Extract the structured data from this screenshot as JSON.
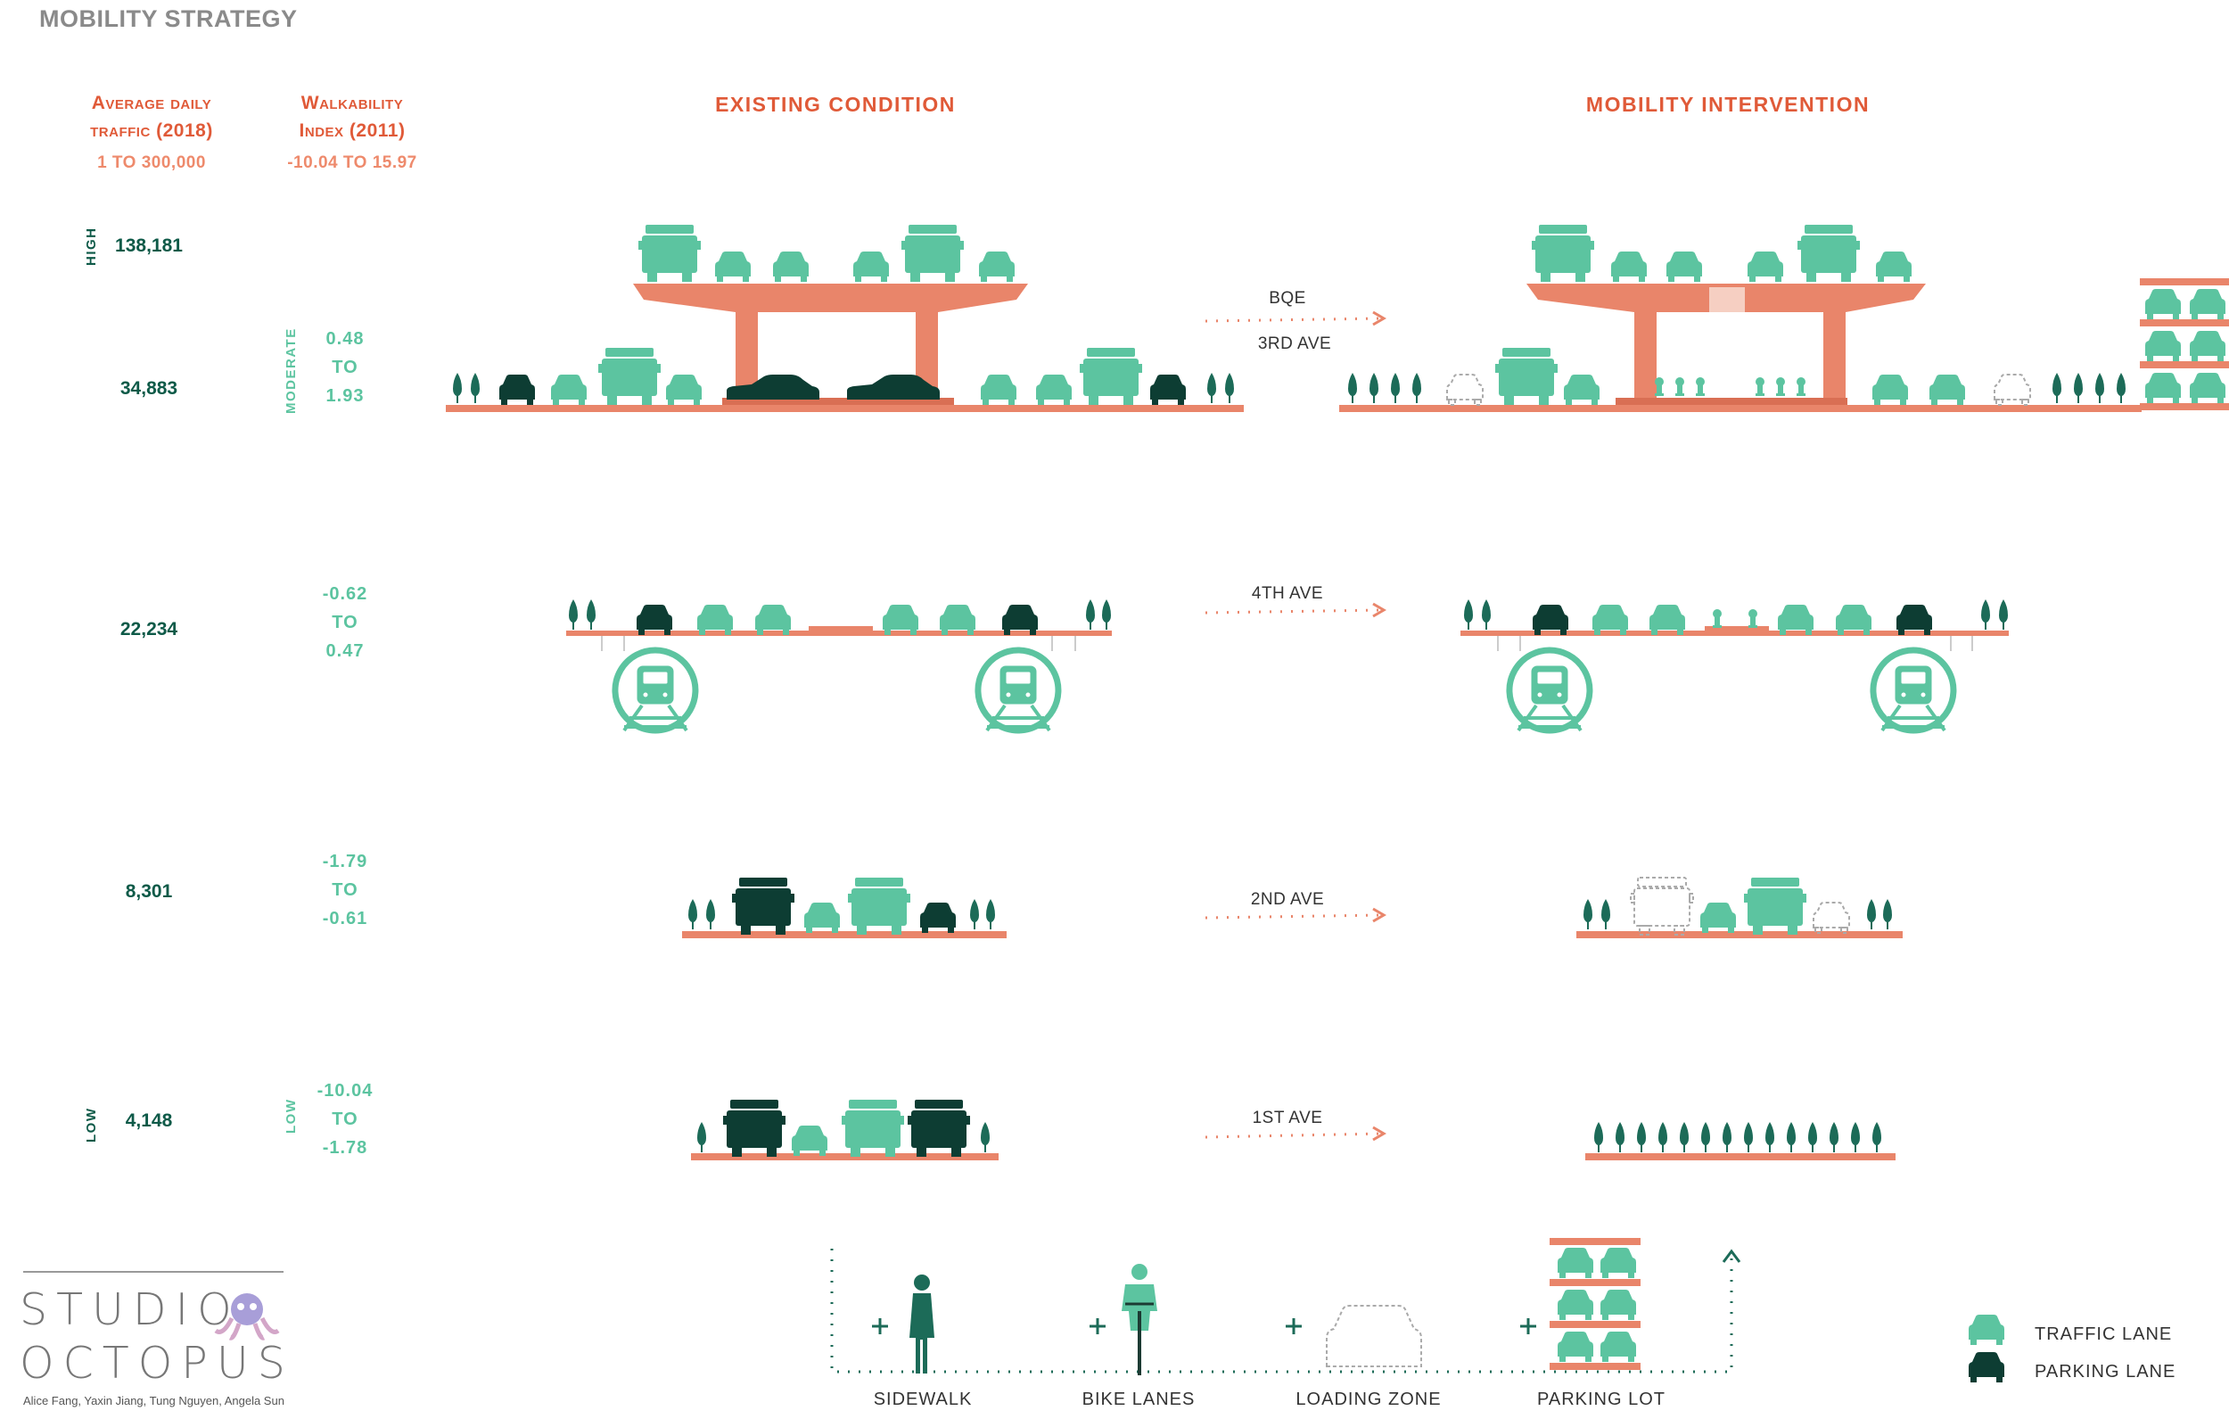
{
  "page": {
    "title": "MOBILITY STRATEGY"
  },
  "columns": {
    "traffic": {
      "title_line1": "Average daily",
      "title_line2": "traffic (2018)",
      "range": "1 TO 300,000"
    },
    "walkability": {
      "title_line1": "Walkability",
      "title_line2": "Index (2011)",
      "range": "-10.04 TO 15.97"
    },
    "existing": "EXISTING CONDITION",
    "intervention": "MOBILITY INTERVENTION"
  },
  "scale_labels": {
    "high": "HIGH",
    "low": "LOW",
    "moderate": "MODERATE",
    "walk_low": "LOW"
  },
  "rows": [
    {
      "traffic": "138,181",
      "walk": [],
      "street": []
    },
    {
      "traffic": "34,883",
      "walk": [
        "0.48",
        "TO",
        "1.93"
      ],
      "street": [
        "BQE",
        "3RD AVE"
      ]
    },
    {
      "traffic": "22,234",
      "walk": [
        "-0.62",
        "TO",
        "0.47"
      ],
      "street": [
        "4TH AVE"
      ]
    },
    {
      "traffic": "8,301",
      "walk": [
        "-1.79",
        "TO",
        "-0.61"
      ],
      "street": [
        "2ND AVE"
      ]
    },
    {
      "traffic": "4,148",
      "walk": [
        "-10.04",
        "TO",
        "-1.78"
      ],
      "street": [
        "1ST AVE"
      ]
    }
  ],
  "legend": {
    "traffic_lane": "TRAFFIC LANE",
    "parking_lane": "PARKING LANE",
    "colors": {
      "traffic": "#5cc4a0",
      "parking": "#0d3d33",
      "road": "#e9856a",
      "tree": "#1c6b58"
    }
  },
  "bottom_labels": {
    "sidewalk": "SIDEWALK",
    "bike_lanes": "BIKE LANES",
    "loading_zone": "LOADING ZONE",
    "parking_lot": "PARKING LOT"
  },
  "brand": {
    "line1": "STUDIO",
    "line2": "OCTOPUS",
    "credits": "Alice Fang, Yaxin Jiang, Tung Nguyen, Angela Sun"
  }
}
